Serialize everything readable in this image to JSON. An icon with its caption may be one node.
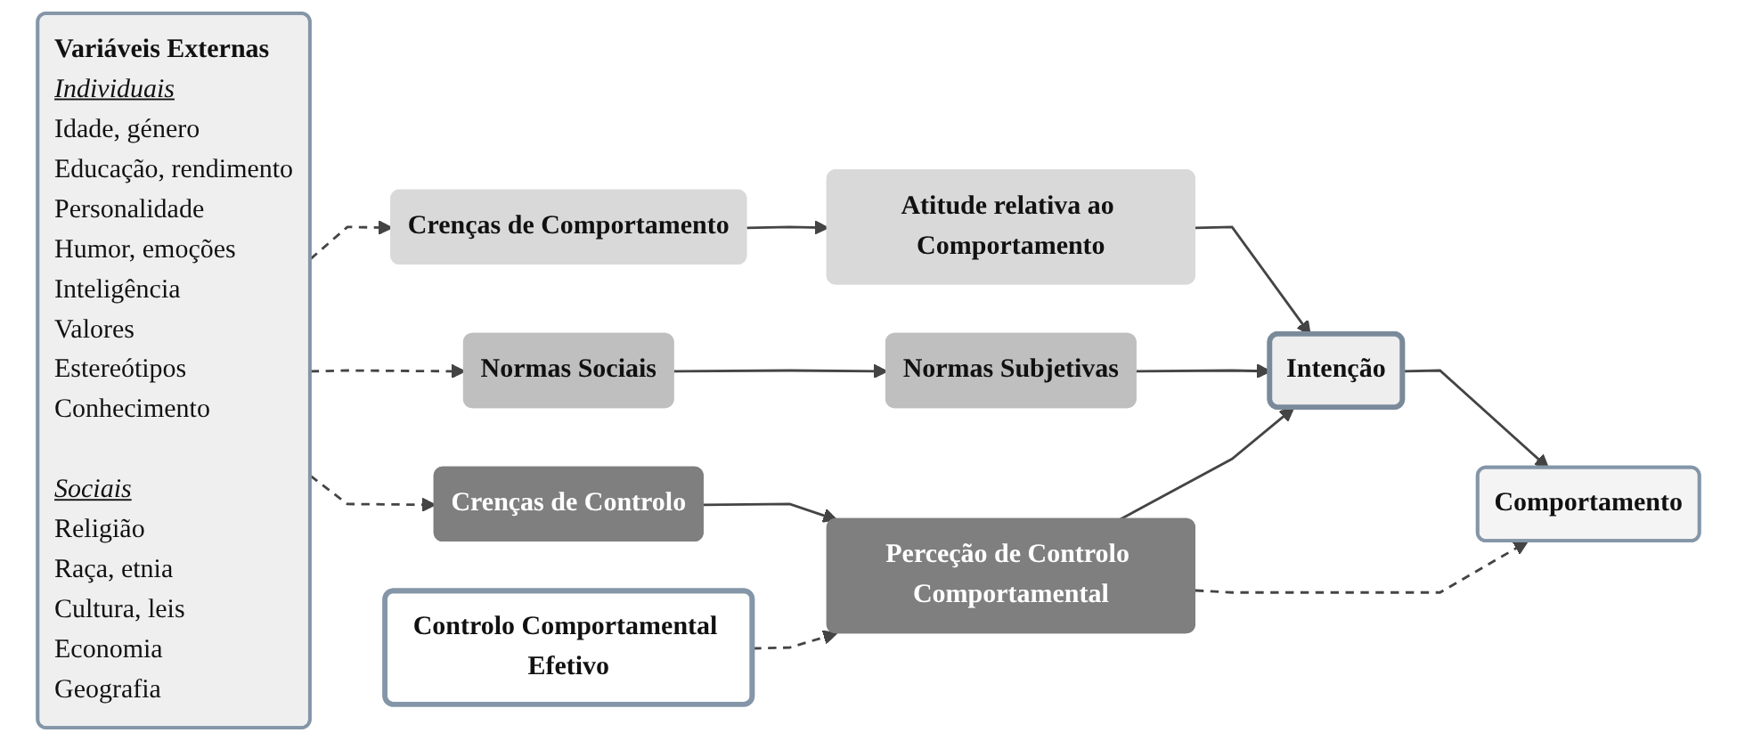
{
  "diagram": {
    "nodes": [
      {
        "text": [
          "Variáveis Externas",
          "Individuais",
          "Idade, género",
          "Educação, rendimento",
          "Personalidade",
          "Humor, emoções",
          "Inteligência",
          "Valores",
          "Estereótipos",
          "Conhecimento",
          "Sociais",
          "Religião",
          "Raça, etnia",
          "Cultura, leis",
          "Economia",
          "Geografia"
        ]
      },
      {
        "text": [
          "Crenças de Comportamento"
        ]
      },
      {
        "text": [
          "Atitude relativa ao Comportamento"
        ]
      },
      {
        "text": [
          "Normas Sociais"
        ]
      },
      {
        "text": [
          "Normas Subjetivas"
        ]
      },
      {
        "text": [
          "Crenças de Controlo"
        ]
      },
      {
        "text": [
          "Perceção de Controlo Comportamental"
        ]
      },
      {
        "text": [
          "Intenção"
        ]
      },
      {
        "text": [
          "Comportamento"
        ]
      },
      {
        "text": [
          "Controlo Comportamental Efetivo"
        ]
      }
    ],
    "edges": [
      {
        "from": 0,
        "to": 1,
        "arrow": "to",
        "style": "dashed"
      },
      {
        "from": 0,
        "to": 3,
        "arrow": "to",
        "style": "dashed"
      },
      {
        "from": 0,
        "to": 5,
        "arrow": "to",
        "style": "dashed"
      },
      {
        "from": 1,
        "to": 2,
        "arrow": "to"
      },
      {
        "from": 3,
        "to": 4,
        "arrow": "to"
      },
      {
        "from": 5,
        "to": 6,
        "arrow": "to"
      },
      {
        "from": 2,
        "to": 7,
        "arrow": "to"
      },
      {
        "from": 4,
        "to": 7,
        "arrow": "to"
      },
      {
        "from": 6,
        "to": 7,
        "arrow": "to"
      },
      {
        "from": 7,
        "to": 8,
        "arrow": "to"
      },
      {
        "from": 6,
        "to": 8,
        "arrow": "to",
        "style": "dashed"
      },
      {
        "from": 9,
        "to": 6,
        "arrow": "to",
        "style": "dashed"
      }
    ]
  }
}
